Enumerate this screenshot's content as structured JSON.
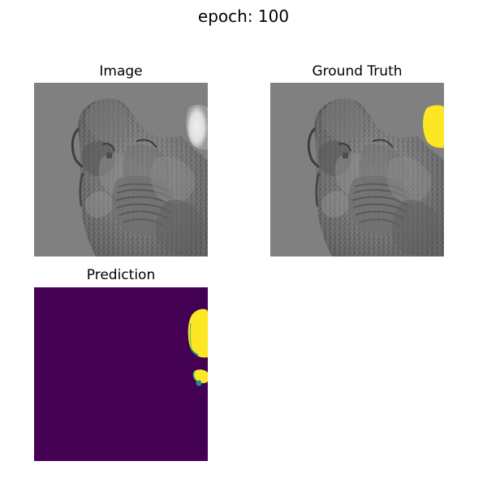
{
  "figure": {
    "suptitle": "epoch: 100"
  },
  "panels": {
    "image": {
      "title": "Image"
    },
    "ground_truth": {
      "title": "Ground Truth"
    },
    "prediction": {
      "title": "Prediction"
    }
  },
  "colors": {
    "background_gray": "#808080",
    "tissue_dark": "#434343",
    "tissue_mid": "#9a9a9a",
    "mask_yellow": "#fde725",
    "mask_edge_green": "#35b779",
    "mask_edge_teal": "#21918c",
    "prediction_background": "#440154"
  }
}
